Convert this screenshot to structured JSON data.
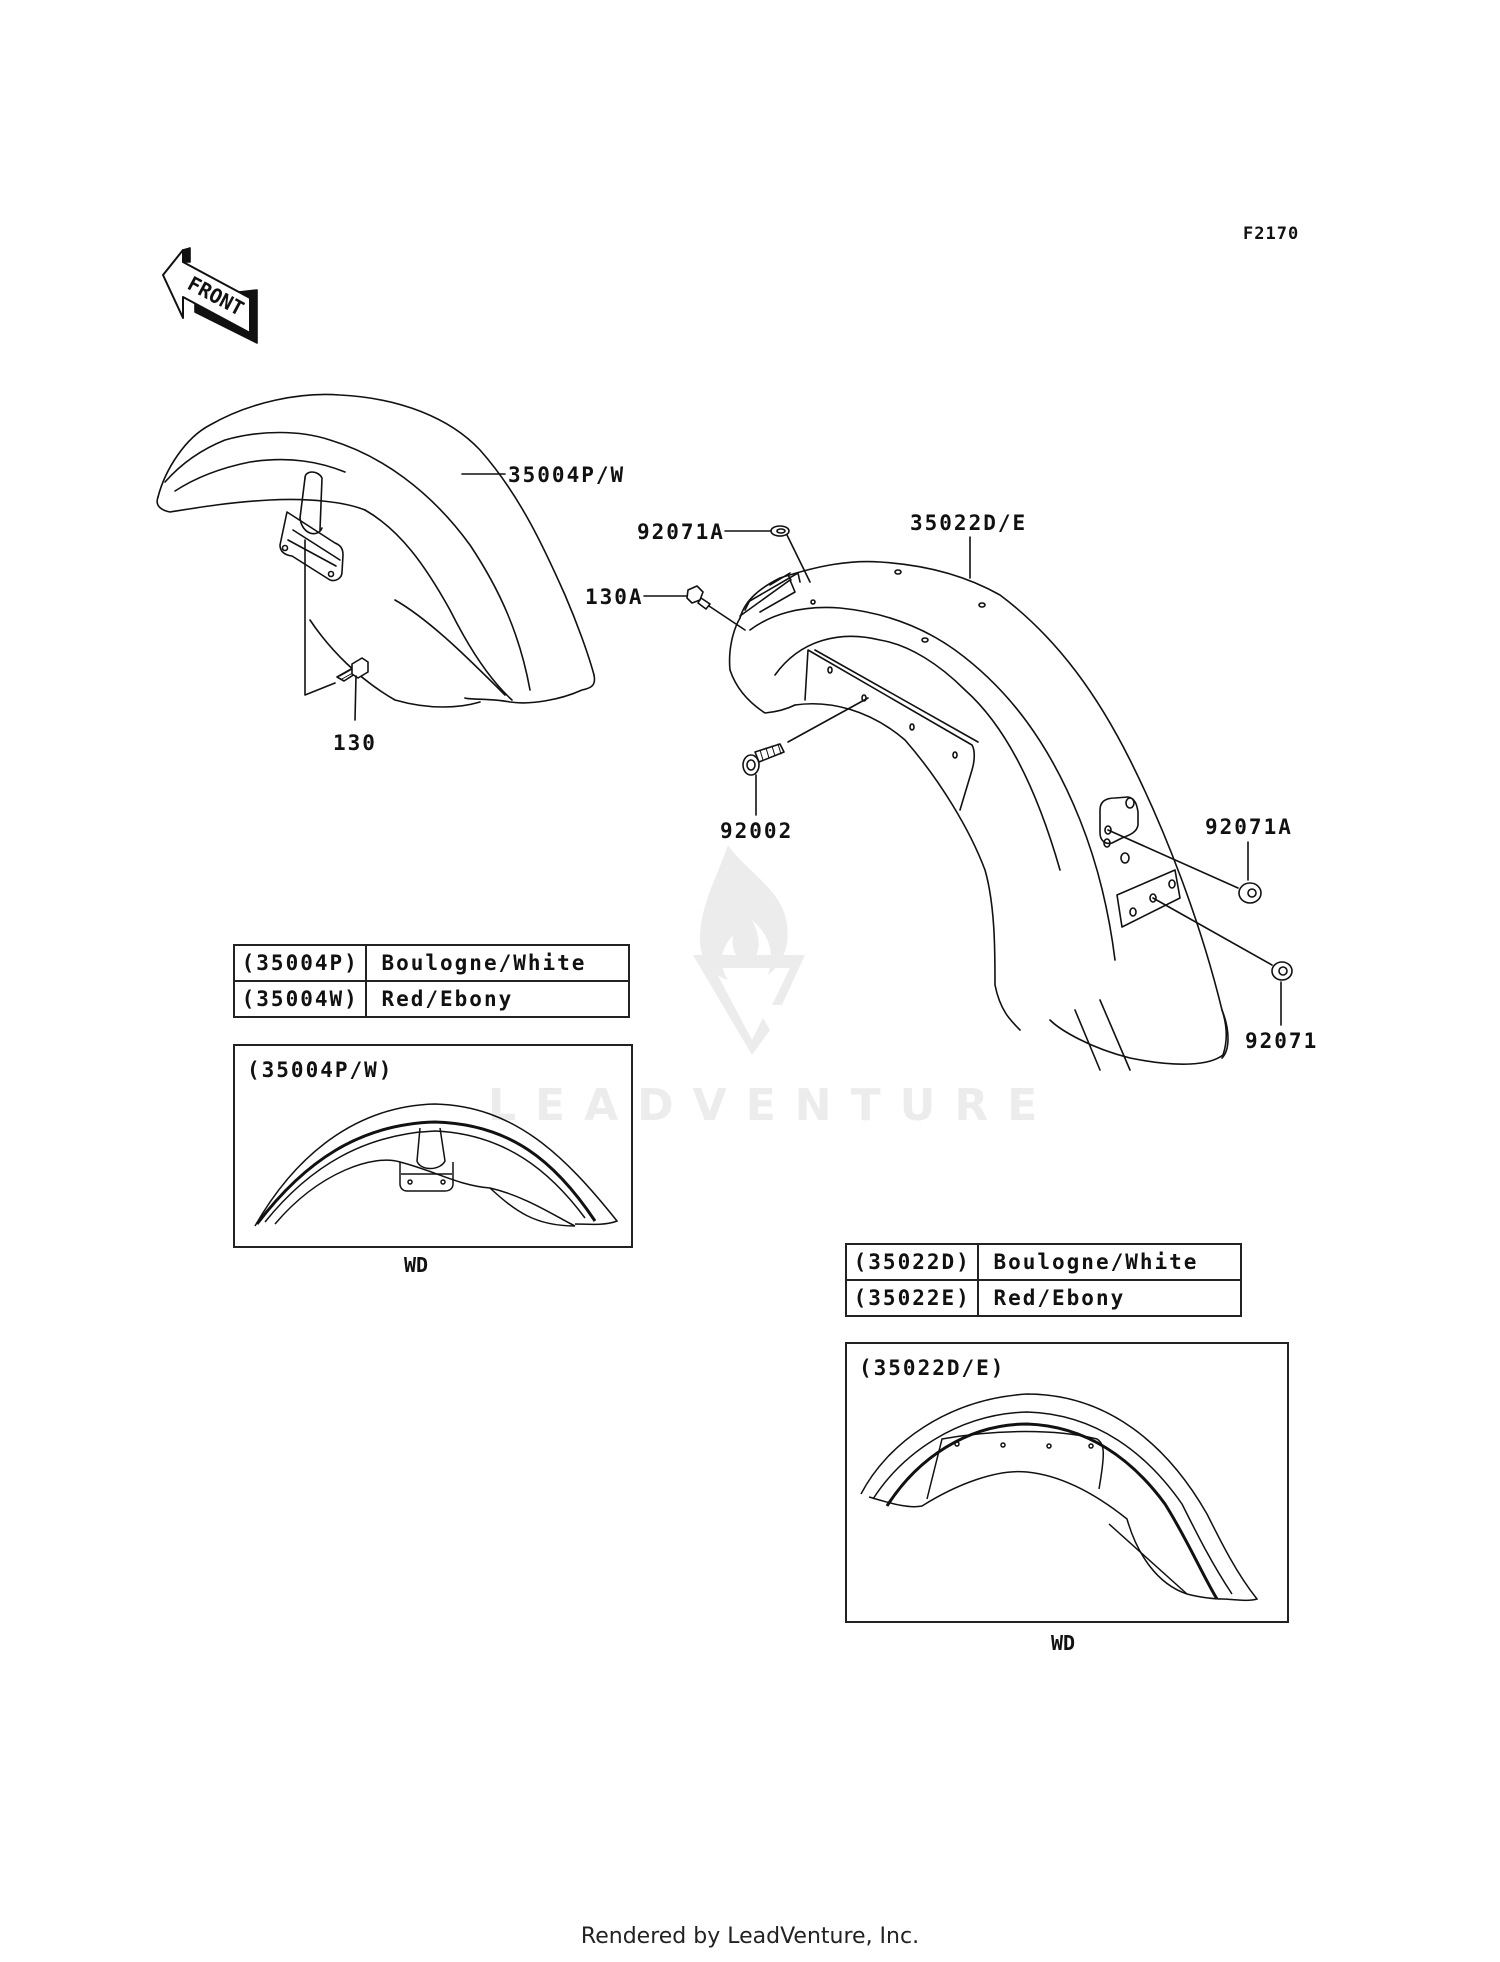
{
  "figure": {
    "id": "F2170",
    "direction_indicator": "FRONT"
  },
  "callouts": {
    "front_fender": "35004P/W",
    "front_bolt": "130",
    "rear_fender": "35022D/E",
    "rear_grommet_top": "92071A",
    "rear_bolt": "130A",
    "rear_stud": "92002",
    "rear_grommet_side": "92071A",
    "rear_grommet_lower": "92071"
  },
  "front_color_table": {
    "rows": [
      {
        "code": "(35004P)",
        "color": "Boulogne/White"
      },
      {
        "code": "(35004W)",
        "color": "Red/Ebony"
      }
    ]
  },
  "front_variant_box": {
    "title": "(35004P/W)",
    "caption": "WD"
  },
  "rear_color_table": {
    "rows": [
      {
        "code": "(35022D)",
        "color": "Boulogne/White"
      },
      {
        "code": "(35022E)",
        "color": "Red/Ebony"
      }
    ]
  },
  "rear_variant_box": {
    "title": "(35022D/E)",
    "caption": "WD"
  },
  "watermark": {
    "text": "LEADVENTURE",
    "icon": "flame-v-logo-icon",
    "color": "#ececec"
  },
  "footer": {
    "text": "Rendered by LeadVenture, Inc."
  }
}
